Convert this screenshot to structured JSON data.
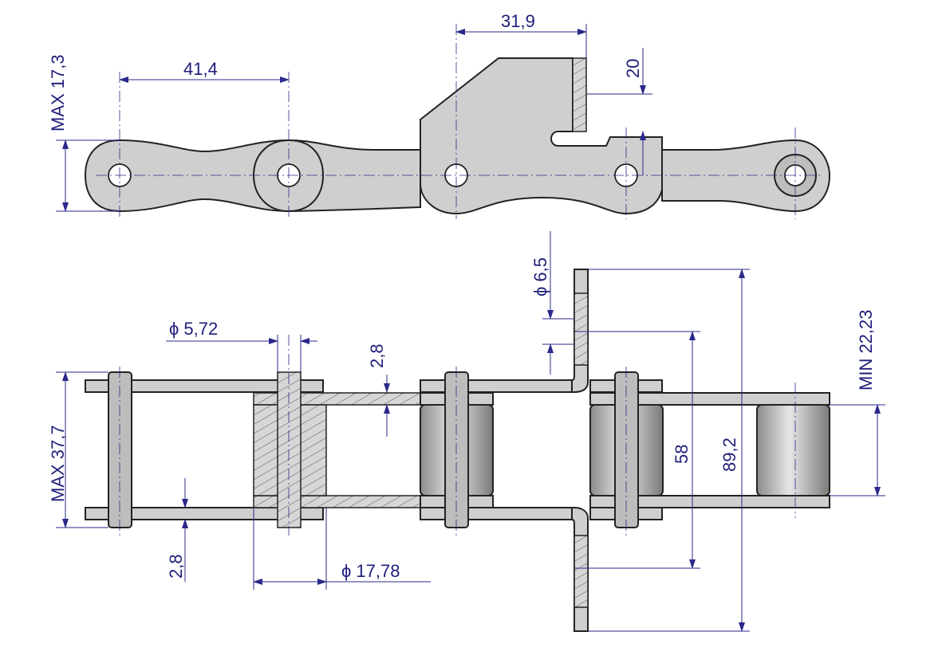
{
  "drawing": {
    "top_view": {
      "max_height": "MAX 17,3",
      "pitch": "41,4",
      "attachment_offset": "31,9",
      "attachment_height": "20"
    },
    "side_view": {
      "hole_diameter": "ϕ 6,5",
      "inner_width": "MIN 22,23",
      "pin_diameter": "ϕ 5,72",
      "plate_thickness_top": "2,8",
      "max_width": "MAX 37,7",
      "hole_spacing": "58",
      "attachment_width": "89,2",
      "plate_thickness_bottom": "2,8",
      "roller_diameter": "ϕ 17,78"
    },
    "colors": {
      "dimension": "#1e1e7a",
      "part": "#cfcfcf",
      "outline": "#222222"
    }
  }
}
